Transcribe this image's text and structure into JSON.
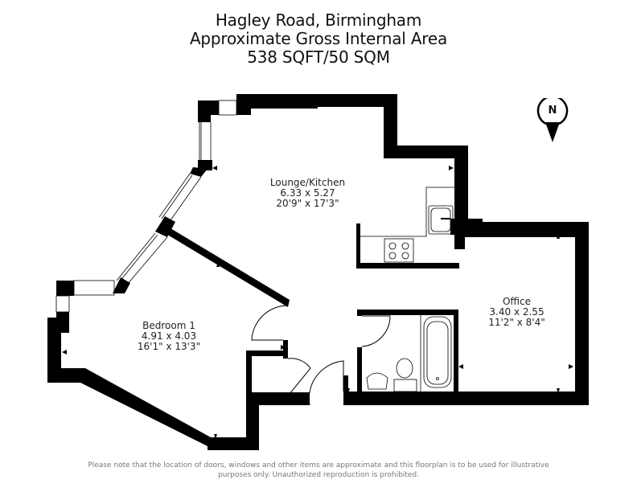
{
  "header": {
    "address": "Hagley Road, Birmingham",
    "area_label": "Approximate Gross Internal Area",
    "area_value": "538 SQFT/50 SQM"
  },
  "compass": {
    "label": "N",
    "icon": "north-arrow-icon"
  },
  "rooms": [
    {
      "name": "Lounge/Kitchen",
      "metric": "6.33 x 5.27",
      "imperial": "20'9\" x 17'3\""
    },
    {
      "name": "Bedroom 1",
      "metric": "4.91 x 4.03",
      "imperial": "16'1\" x 13'3\""
    },
    {
      "name": "Office",
      "metric": "3.40 x 2.55",
      "imperial": "11'2\" x 8'4\""
    }
  ],
  "fixtures": [
    "hob-icon",
    "kitchen-sink-icon",
    "bath-icon",
    "toilet-icon",
    "basin-icon"
  ],
  "colors": {
    "wall": "#000000",
    "background": "#ffffff",
    "footnote": "#777777"
  },
  "footnote": {
    "line1": "Please note that the location of doors, windows and other items are approximate and this floorplan is to be used for illustrative",
    "line2": "purposes only. Unauthorized reproduction is prohibited."
  }
}
